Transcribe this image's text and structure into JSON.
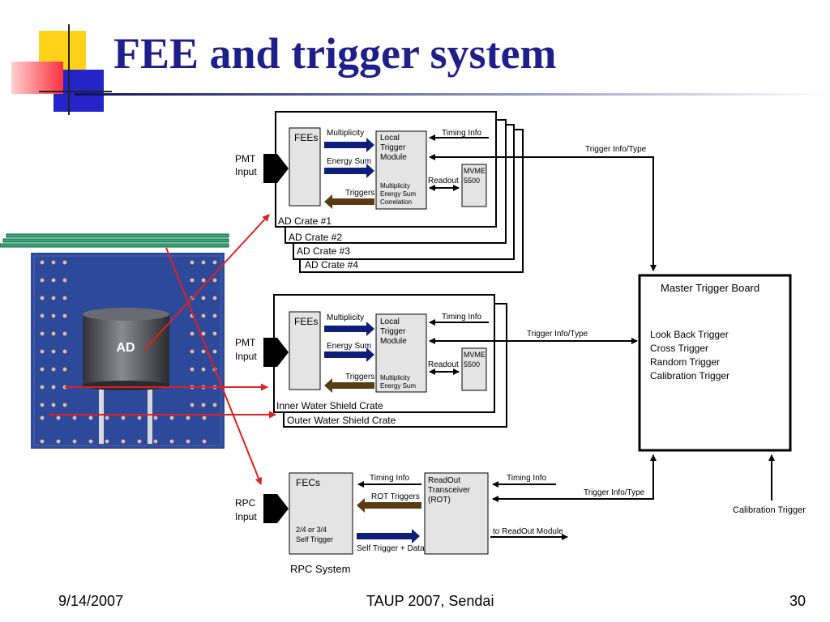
{
  "slide": {
    "title": "FEE and trigger system",
    "footer_date": "9/14/2007",
    "footer_event": "TAUP 2007, Sendai",
    "footer_page": "30"
  },
  "colors": {
    "title": "#1f1f8c",
    "arrow_blue": "#0d1f7a",
    "arrow_brown": "#5a3c12",
    "red_line": "#e02020",
    "detector_blue": "#2d4a9a",
    "rpc_green": "#2faa7a"
  },
  "ad_crate": {
    "input_label_1": "PMT",
    "input_label_2": "Input",
    "fee": "FEEs",
    "multiplicity": "Multiplicity",
    "energy_sum": "Energy Sum",
    "triggers": "Triggers",
    "ltm_line1": "Local",
    "ltm_line2": "Trigger",
    "ltm_line3": "Module",
    "ltm_sub1": "Multiplicity",
    "ltm_sub2": "Energy Sum",
    "ltm_sub3": "Correlation",
    "timing": "Timing Info",
    "readout": "Readout",
    "mvme_1": "MVME",
    "mvme_2": "5500",
    "crate_1": "AD Crate #1",
    "crate_2": "AD Crate #2",
    "crate_3": "AD Crate #3",
    "crate_4": "AD Crate #4",
    "trigger_info": "Trigger Info/Type"
  },
  "water_crate": {
    "input_label_1": "PMT",
    "input_label_2": "Input",
    "fee": "FEEs",
    "multiplicity": "Multiplicity",
    "energy_sum": "Energy Sum",
    "triggers": "Triggers",
    "ltm_line1": "Local",
    "ltm_line2": "Trigger",
    "ltm_line3": "Module",
    "ltm_sub1": "Multiplicity",
    "ltm_sub2": "Energy Sum",
    "timing": "Timing Info",
    "readout": "Readout",
    "mvme_1": "MVME",
    "mvme_2": "5500",
    "inner": "Inner Water Shield Crate",
    "outer": "Outer Water Shield Crate",
    "trigger_info": "Trigger Info/Type"
  },
  "master": {
    "title": "Master Trigger Board",
    "items": [
      "Look Back Trigger",
      "Cross Trigger",
      "Random Trigger",
      "Calibration Trigger"
    ]
  },
  "rpc": {
    "input_label_1": "RPC",
    "input_label_2": "Input",
    "fec": "FECs",
    "self_1": "2/4 or 3/4",
    "self_2": "Self Trigger",
    "timing": "Timing Info",
    "rot_triggers": "ROT Triggers",
    "self_data": "Self Trigger + Data",
    "rot_1": "ReadOut",
    "rot_2": "Transceiver",
    "rot_3": "(ROT)",
    "timing_right": "Timing Info",
    "trigger_info": "Trigger Info/Type",
    "to_readout": "to ReadOut Module",
    "system": "RPC System"
  },
  "calibration": "Calibration Trigger",
  "detector": {
    "label": "AD"
  }
}
